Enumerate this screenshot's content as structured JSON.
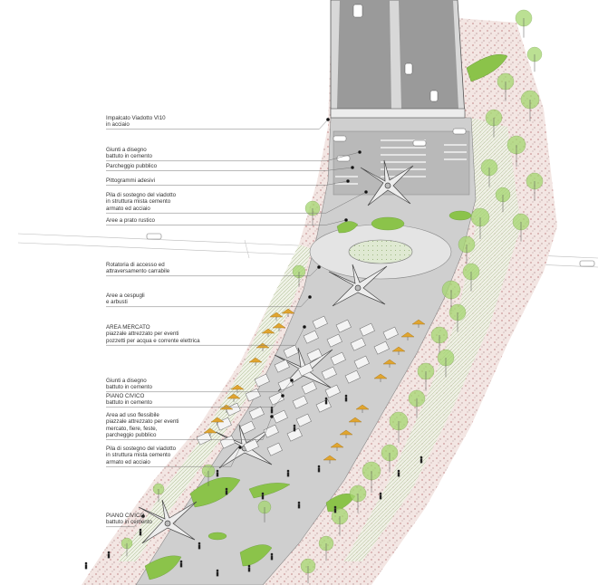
{
  "title": "",
  "labels": [
    {
      "id": "impalcato",
      "lines": [
        "Impalcato Viadotto VI10",
        "in acciaio"
      ]
    },
    {
      "id": "giunti-1",
      "lines": [
        "Giunti a disegno",
        "battuto in cemento"
      ]
    },
    {
      "id": "parcheggio",
      "lines": [
        "Parcheggio pubblico"
      ]
    },
    {
      "id": "pittogrammi",
      "lines": [
        "Pittogrammi adesivi"
      ]
    },
    {
      "id": "pila-1",
      "lines": [
        "Pila di sostegno del viadotto",
        "in struttura mista cemento",
        "armato ed acciaio"
      ]
    },
    {
      "id": "prato",
      "lines": [
        "Aree a prato rustico"
      ]
    },
    {
      "id": "rotatoria",
      "lines": [
        "Rotatoria di accesso ed",
        "attraversamento carrabile"
      ]
    },
    {
      "id": "cespugli",
      "lines": [
        "Aree a cespugli",
        "e arbusti"
      ]
    },
    {
      "id": "mercato",
      "lines": [
        "AREA MERCATO",
        "piazzale attrezzato per eventi",
        "pozzetti per acqua e corrente elettrica"
      ]
    },
    {
      "id": "giunti-2",
      "lines": [
        "Giunti a disegno",
        "battuto in cemento"
      ]
    },
    {
      "id": "piano-civico-1",
      "lines": [
        "PIANO CIVICO",
        "battuto in cemento"
      ]
    },
    {
      "id": "area-flessibile",
      "lines": [
        "Area ad uso flessibile",
        "piazzale attrezzato per eventi",
        "mercato, fiere, feste,",
        "parcheggio pubblico"
      ]
    },
    {
      "id": "pila-2",
      "lines": [
        "Pila di sostegno del viadotto",
        "in struttura mista cemento",
        "armato ed acciaio"
      ]
    },
    {
      "id": "piano-civico-2",
      "lines": [
        "PIANO CIVICO",
        "battuto in cemento"
      ]
    }
  ],
  "colors": {
    "pavement": "#c9c9c9",
    "pavement_dark": "#a9a9a9",
    "viaduct": "#8f8f8f",
    "grass": "#8bc34a",
    "tree": "#a5d66f",
    "gravel": "#e9d2cf",
    "umbrella": "#e0a530",
    "stall": "#f4f4f4",
    "line": "#555555"
  }
}
